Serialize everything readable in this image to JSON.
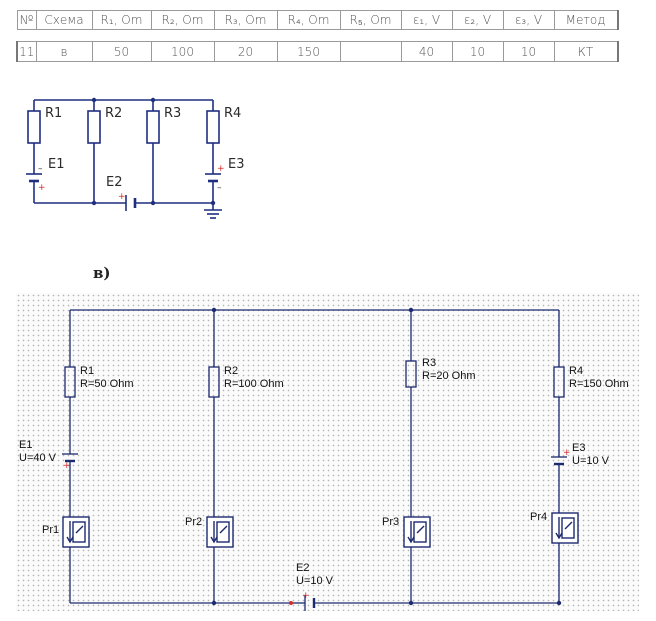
{
  "table": {
    "headers": [
      "№",
      "Схема",
      "R₁, Om",
      "R₂, Om",
      "R₃, Om",
      "R₄, Om",
      "R₅, Om",
      "ε₁, V",
      "ε₂, V",
      "ε₃, V",
      "Метод"
    ],
    "values": [
      "11",
      "в",
      "50",
      "100",
      "20",
      "150",
      "",
      "40",
      "10",
      "10",
      "КТ"
    ]
  },
  "small_schematic": {
    "labels": [
      "R1",
      "R2",
      "R3",
      "R4",
      "E1",
      "E2",
      "E3"
    ]
  },
  "variant_label": "в)",
  "main_schematic": {
    "resistors": [
      {
        "name": "R1",
        "value": "R=50 Ohm"
      },
      {
        "name": "R2",
        "value": "R=100 Ohm"
      },
      {
        "name": "R3",
        "value": "R=20 Ohm"
      },
      {
        "name": "R4",
        "value": "R=150 Ohm"
      }
    ],
    "sources": [
      {
        "name": "E1",
        "value": "U=40 V"
      },
      {
        "name": "E2",
        "value": "U=10 V"
      },
      {
        "name": "E3",
        "value": "U=10 V"
      }
    ],
    "meters": [
      "Pr1",
      "Pr2",
      "Pr3",
      "Pr4"
    ]
  },
  "colors": {
    "wire": "#1c2a70",
    "small_wire": "#1f2f80",
    "plus": "#d42a2a"
  }
}
